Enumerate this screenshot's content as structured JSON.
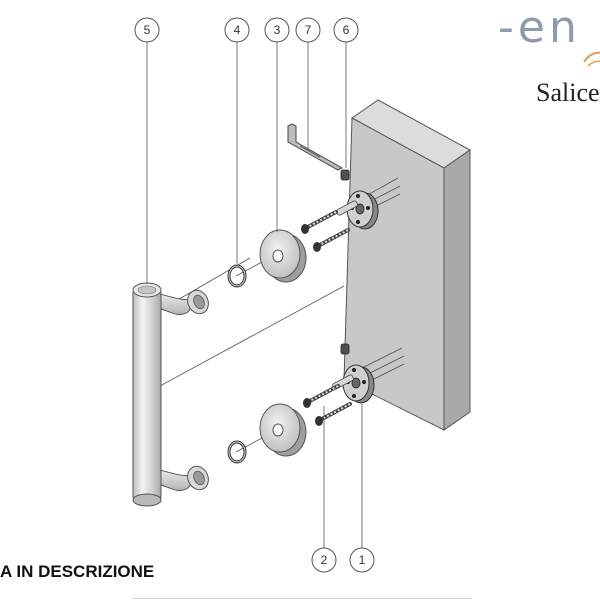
{
  "brand": {
    "logo_text": "-en",
    "name": "Salice",
    "swirl_color": "#e0a050",
    "text_color": "#8a9bb0"
  },
  "footer": {
    "title": "A IN DESCRIZIONE"
  },
  "callouts": [
    {
      "id": "callout-5",
      "label": "5"
    },
    {
      "id": "callout-4",
      "label": "4"
    },
    {
      "id": "callout-3",
      "label": "3"
    },
    {
      "id": "callout-7",
      "label": "7"
    },
    {
      "id": "callout-6",
      "label": "6"
    },
    {
      "id": "callout-2",
      "label": "2"
    },
    {
      "id": "callout-1",
      "label": "1"
    }
  ],
  "parts": {
    "door_panel": "door-panel-icon",
    "pull_handle": "pull-handle-icon",
    "rosette": "rosette-icon",
    "gasket_ring": "gasket-ring-icon",
    "mounting_plate": "mounting-plate-icon",
    "screw": "screw-icon",
    "hex_key": "hex-key-icon",
    "grub_screw": "grub-screw-icon"
  },
  "colors": {
    "line": "#555555",
    "panel_front": "#c8c8c8",
    "panel_side": "#a9a9a9",
    "panel_top": "#dcdcdc",
    "metal": "#d0d0d0",
    "dark": "#3a3a3a"
  }
}
